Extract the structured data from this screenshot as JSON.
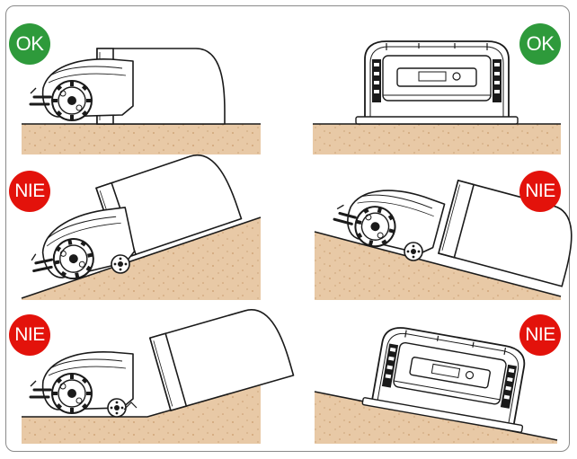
{
  "colors": {
    "ok": "#2e9a3b",
    "nie": "#e3120b",
    "soil": "#e8c9a6",
    "soil_dots": "#c99a6c",
    "line": "#1a1a1a"
  },
  "panels": [
    {
      "id": "flat-side",
      "verdict": "ok",
      "label": "OK"
    },
    {
      "id": "flat-front",
      "verdict": "ok",
      "label": "OK"
    },
    {
      "id": "slope-up-side",
      "verdict": "nie",
      "label": "NIE"
    },
    {
      "id": "slope-down-side",
      "verdict": "nie",
      "label": "NIE"
    },
    {
      "id": "ramp-side",
      "verdict": "nie",
      "label": "NIE"
    },
    {
      "id": "tilted-front",
      "verdict": "nie",
      "label": "NIE"
    }
  ]
}
